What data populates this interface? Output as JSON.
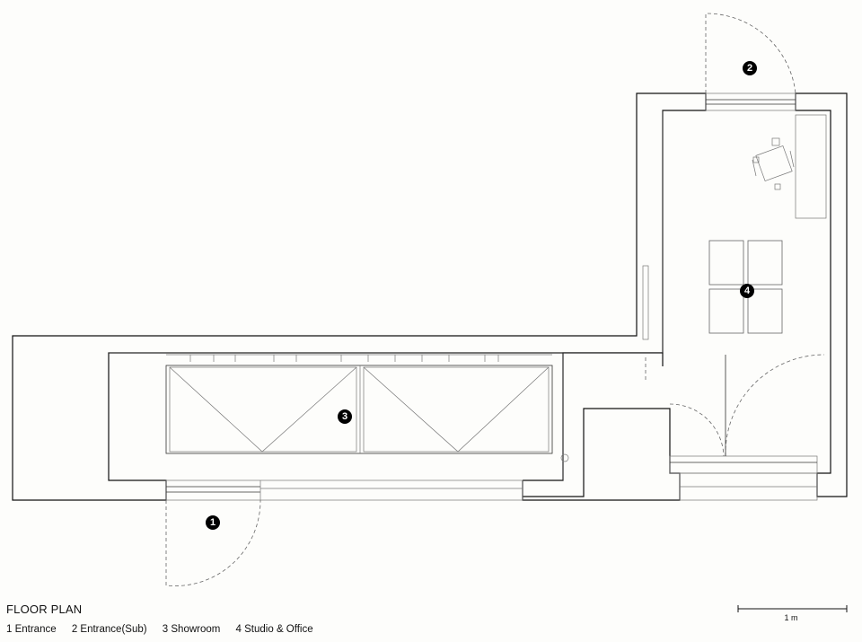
{
  "title": "FLOOR PLAN",
  "legend": [
    "1 Entrance",
    "2 Entrance(Sub)",
    "3 Showroom",
    "4 Studio & Office"
  ],
  "markers": [
    "1",
    "2",
    "3",
    "4"
  ],
  "scale_label": "1 m",
  "colors": {
    "background": "#fdfdfb",
    "line": "#111111",
    "marker": "#000000"
  }
}
